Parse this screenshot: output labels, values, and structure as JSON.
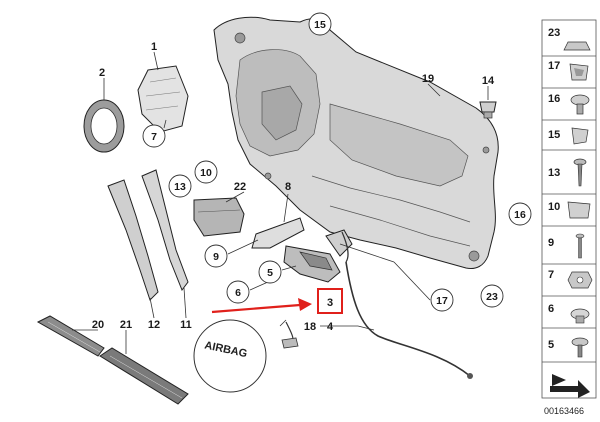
{
  "callouts": {
    "c1": "1",
    "c2": "2",
    "c3": "3",
    "c4": "4",
    "c5": "5",
    "c6": "6",
    "c7": "7",
    "c8": "8",
    "c9": "9",
    "c10": "10",
    "c11": "11",
    "c12": "12",
    "c13": "13",
    "c14": "14",
    "c15": "15",
    "c16": "16",
    "c17": "17",
    "c18": "18",
    "c19": "19",
    "c20": "20",
    "c21": "21",
    "c22": "22",
    "c23": "23"
  },
  "airbag_label": "AIRBAG",
  "side_panel": [
    "23",
    "17",
    "16",
    "15",
    "13",
    "10",
    "9",
    "7",
    "6",
    "5"
  ],
  "part_number": "00163466",
  "highlight_color": "#e0201b"
}
